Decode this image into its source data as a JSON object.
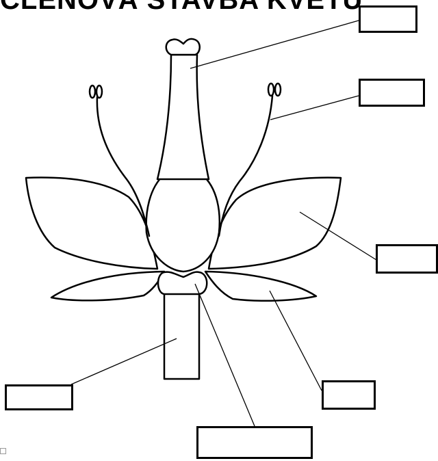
{
  "title": "ČLENOVÁ STAVBA KVETU",
  "answer_boxes": [
    {
      "name": "label-box-pistil-top",
      "text": ""
    },
    {
      "name": "label-box-stamen",
      "text": ""
    },
    {
      "name": "label-box-petal",
      "text": ""
    },
    {
      "name": "label-box-stem",
      "text": ""
    },
    {
      "name": "label-box-receptacle",
      "text": ""
    },
    {
      "name": "label-box-sepal",
      "text": ""
    }
  ]
}
